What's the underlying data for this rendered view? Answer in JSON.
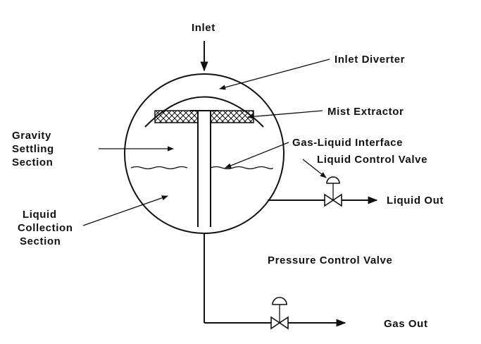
{
  "labels": {
    "inlet": "Inlet",
    "inlet_diverter": "Inlet Diverter",
    "mist_extractor": "Mist Extractor",
    "gravity_settling": [
      "Gravity",
      "Settling",
      "Section"
    ],
    "gas_liquid_interface": "Gas-Liquid Interface",
    "liquid_control_valve": "Liquid Control Valve",
    "liquid_out": "Liquid Out",
    "liquid_collection": [
      "Liquid",
      "Collection",
      "Section"
    ],
    "pressure_control_valve": "Pressure Control Valve",
    "gas_out": "Gas Out"
  },
  "colors": {
    "ink": "#111111",
    "background": "#ffffff"
  }
}
